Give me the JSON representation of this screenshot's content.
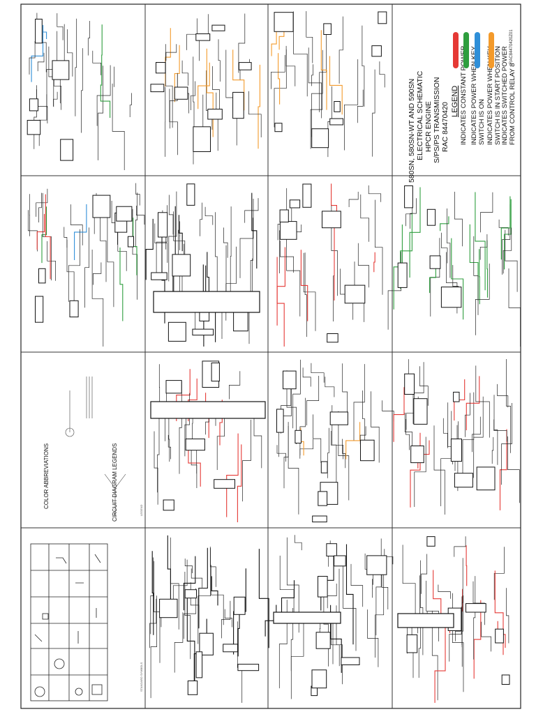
{
  "title_block": {
    "line1": "580SN, 580SN-WT AND 590SN",
    "line2": "ELECTRICAL SCHEMATIC",
    "line3": "HPCR ENGINE",
    "line4": "S/PS/PS TRANSMISSION",
    "line5": "RAC 84470420"
  },
  "legend": {
    "heading": "LEGEND",
    "items": [
      {
        "text": "INDICATES CONSTANT POWER",
        "color": "#e53935"
      },
      {
        "text": "INDICATES POWER WHEN KEY SWITCH IS ON",
        "color": "#2e9e3e"
      },
      {
        "text": "INDICATES POWER WHEN KEY SWITCH IS IN START POSITION",
        "color": "#2f8fd8"
      },
      {
        "text": "INDICATES SWITCHED POWER FROM CONTROL RELAY 8",
        "color": "#f39a2b"
      }
    ]
  },
  "reference_number": "RAC84470420Z01",
  "panel_labels": {
    "color_abbreviations": "COLOR ABBREVIATIONS",
    "circuit_diagram_legends": "CIRCUIT DIAGRAM LEGENDS",
    "standard_symbols": "STANDARD SYMBOLS",
    "legend": "LEGEND"
  },
  "colors": {
    "red": "#e53935",
    "green": "#2e9e3e",
    "blue": "#2f8fd8",
    "orange": "#f39a2b",
    "ink": "#111111"
  }
}
